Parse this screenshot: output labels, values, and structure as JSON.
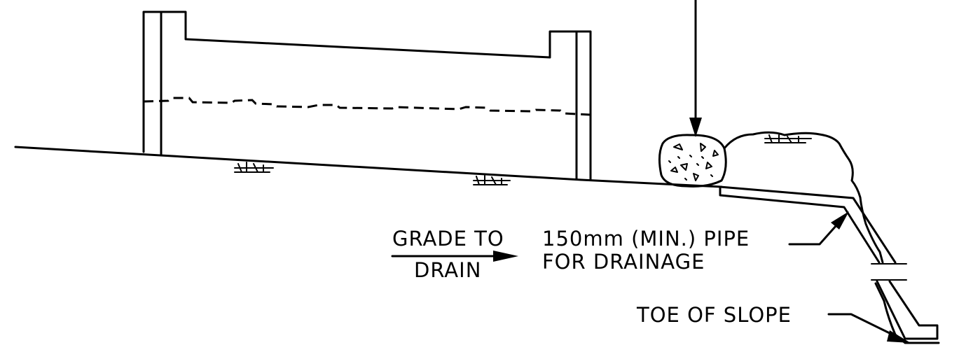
{
  "labels": {
    "grade_line1": "GRADE TO",
    "grade_line2": "DRAIN",
    "pipe_line1": "150mm (MIN.) PIPE",
    "pipe_line2": "FOR DRAINAGE",
    "toe": "TOE OF SLOPE"
  },
  "colors": {
    "ink": "#000000",
    "paper": "#ffffff"
  }
}
